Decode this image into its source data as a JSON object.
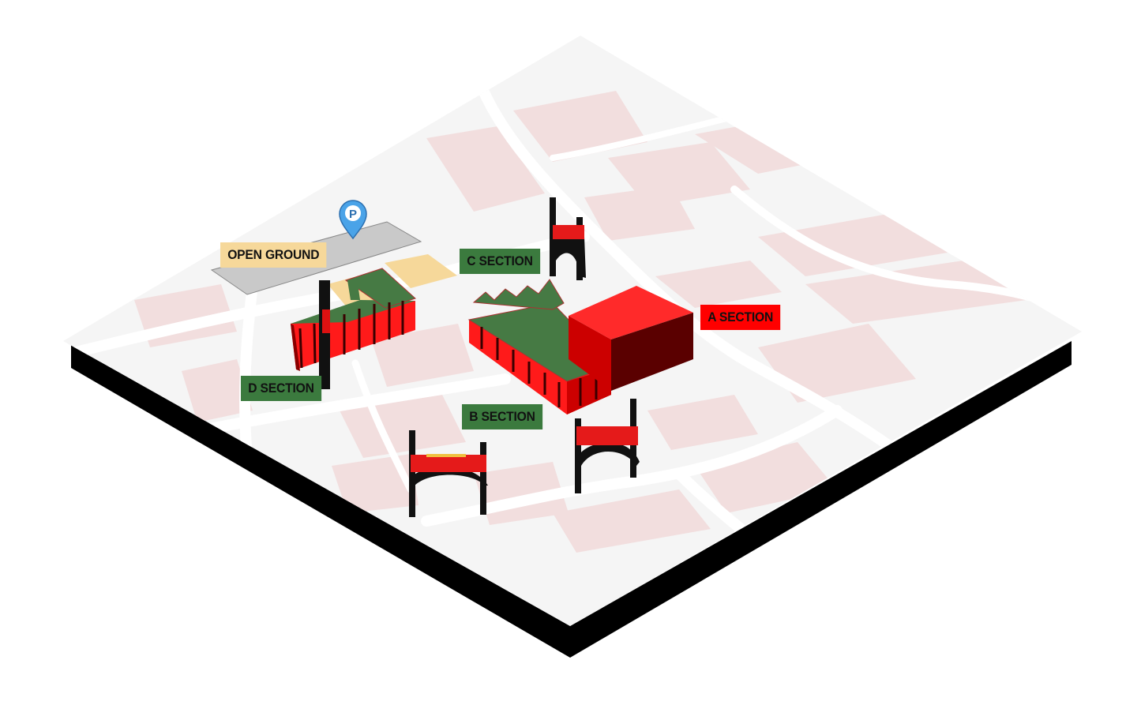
{
  "labels": {
    "open_ground": "OPEN GROUND",
    "c_section": "C SECTION",
    "a_section": "A SECTION",
    "d_section": "D SECTION",
    "b_section": "B SECTION"
  },
  "icons": {
    "parking": "parking-pin-icon",
    "parking_letter": "P"
  },
  "colors": {
    "open_ground_label": "#f6d89a",
    "section_green": "#3b7a3e",
    "section_red": "#ff0000",
    "building_red": "#ff2a2a",
    "roof_green": "#467a44",
    "map_building": "#f2d9d9",
    "base_side": "#000000",
    "parking_lot": "#c9c9c9",
    "parking_pin": "#4aa3e8"
  }
}
